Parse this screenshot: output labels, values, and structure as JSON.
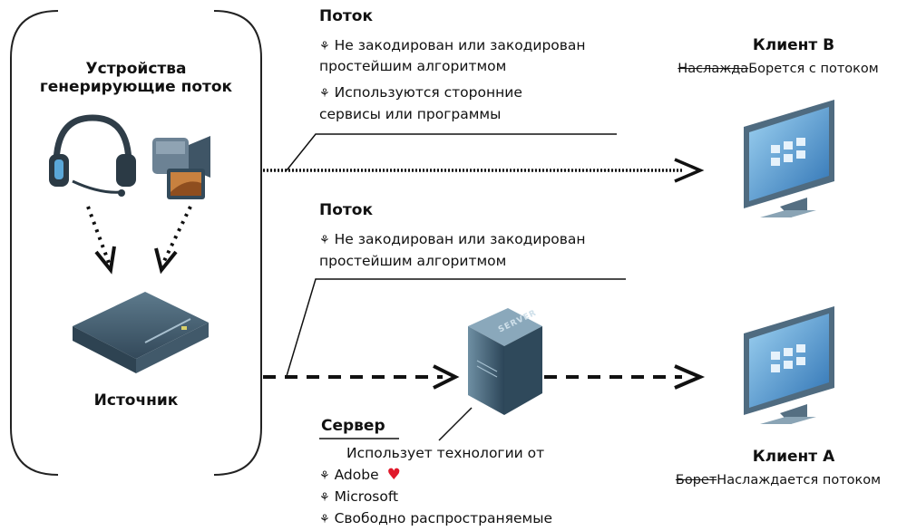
{
  "source_panel": {
    "title_line1": "Устройства",
    "title_line2": "генерирующие поток",
    "source_label": "Источник",
    "devices": [
      "headphones-icon",
      "camcorder-icon",
      "streaming-appliance-icon"
    ]
  },
  "stream_top": {
    "title": "Поток",
    "bullet_icon": "bow-icon",
    "items": [
      {
        "line1": "Не закодирован или закодирован",
        "line2": "простейшим алгоритмом"
      },
      {
        "line1": "Используются сторонние",
        "line2": "сервисы или программы"
      }
    ]
  },
  "stream_bottom": {
    "title": "Поток",
    "items": [
      {
        "line1": "Не закодирован или закодирован",
        "line2": "простейшим алгоритмом"
      }
    ]
  },
  "client_b": {
    "title": "Клиент B",
    "struck": "Наслажда",
    "rest": "Борется с потоком"
  },
  "client_a": {
    "title": "Клиент А",
    "struck": "Борет",
    "rest": "Наслаждается потоком"
  },
  "server": {
    "title": "Сервер",
    "box_label": "SERVER",
    "intro": "Использует технологии от",
    "items": [
      "Adobe",
      "Microsoft",
      "Свободно распространяемые"
    ],
    "heart_icon": "heart-icon"
  },
  "colors": {
    "heart": "#e0192b",
    "arrow": "#111111",
    "monitor_screen": "#3f86c7"
  }
}
